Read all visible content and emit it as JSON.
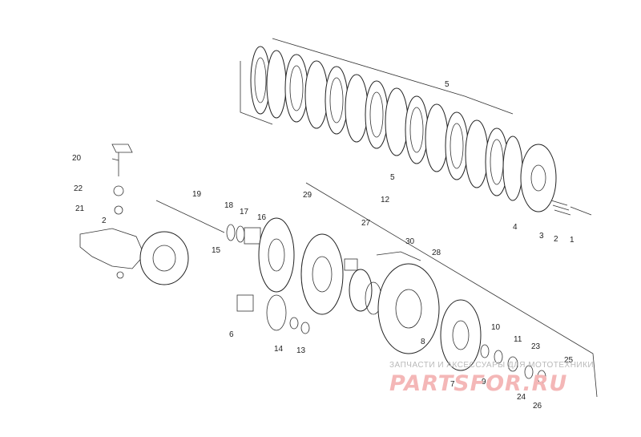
{
  "diagram": {
    "callouts": [
      "1",
      "2",
      "3",
      "4",
      "5",
      "5",
      "6",
      "7",
      "8",
      "9",
      "10",
      "11",
      "12",
      "13",
      "14",
      "15",
      "16",
      "17",
      "18",
      "19",
      "20",
      "21",
      "22",
      "23",
      "24",
      "25",
      "26",
      "27",
      "28",
      "29",
      "30",
      "2"
    ]
  },
  "watermark": {
    "tagline": "ЗАПЧАСТИ И АКСЕССУАРЫ ДЛЯ МОТОТЕХНИКИ",
    "logo": "PARTSFOR.RU",
    "logo_color": "#f4b7b7",
    "tagline_color": "#b9b9b9"
  }
}
